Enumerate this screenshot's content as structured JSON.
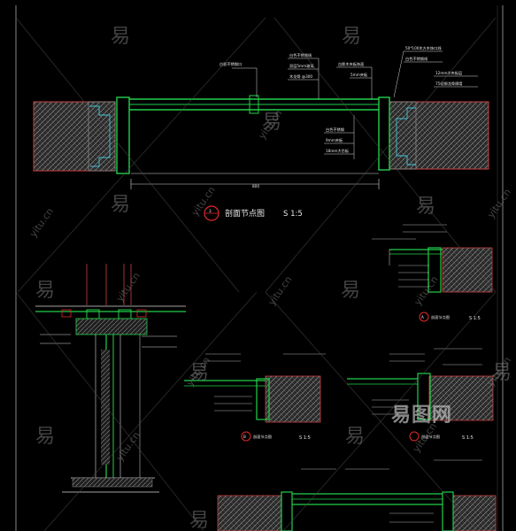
{
  "drawing": {
    "main_title": "剖面节点图",
    "main_scale": "S 1:5",
    "main_marker": "3",
    "detail_a_marker": "A",
    "detail_a_title": "剖面节点图",
    "detail_a_scale": "S 1:5",
    "detail_b_marker": "B",
    "detail_b_title": "剖面节点图",
    "detail_b_scale": "S 1:5",
    "detail_c_title": "剖面节点图",
    "detail_c_scale": "S 1:5"
  },
  "annotations": {
    "top_left": "白影不锈钢口",
    "top_mid_1": "白色不锈钢线",
    "top_mid_2": "双层5mm玻璃",
    "top_mid_3": "木龙骨 @300",
    "top_mid_4": "白影木夹板饰面",
    "top_mid_5": "5mm夹板",
    "top_right_1": "50*100木方木饰口线",
    "top_right_2": "白色不锈钢线",
    "top_right_3": "12mm木夹板层",
    "top_right_4": "75轻钢龙骨隔墙",
    "side_1": "白色不锈钢",
    "side_2": "9mm夹板",
    "side_3": "18mm大芯板"
  },
  "watermark": {
    "cn": "易",
    "url": "yitu.cn",
    "brand": "易图网"
  }
}
